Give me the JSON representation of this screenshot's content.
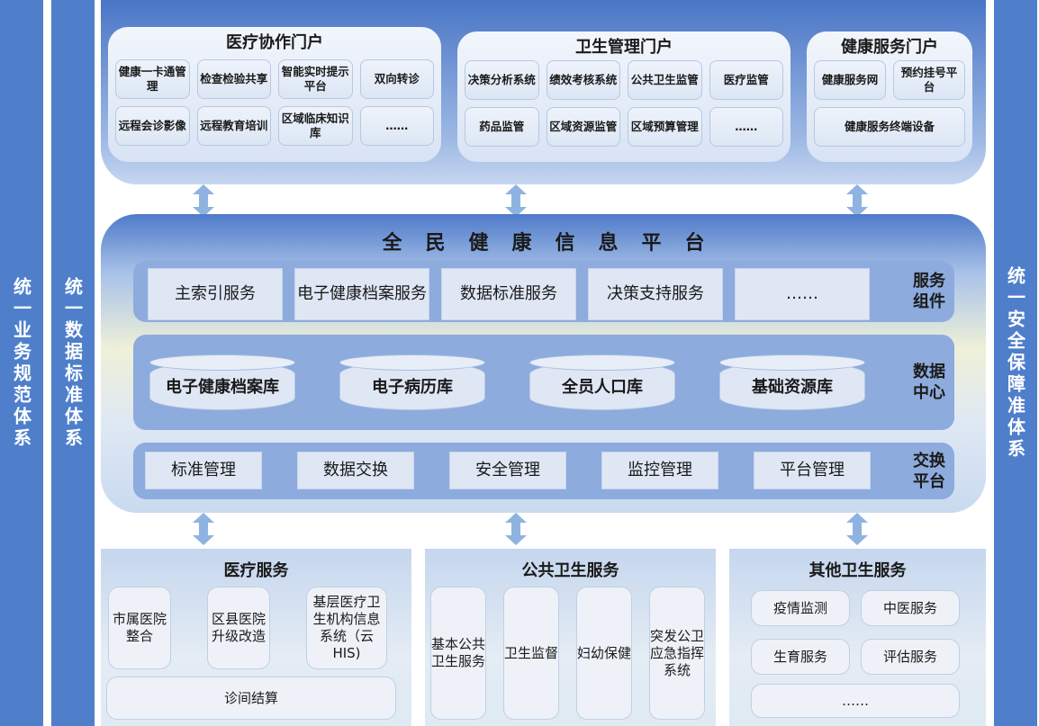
{
  "side": {
    "left1": "统一业务规范体系",
    "left2": "统一数据标准体系",
    "right": "统一安全保障准体系"
  },
  "portals": [
    {
      "title": "医疗协作门户",
      "items": [
        "健康一卡通管理",
        "检查检验共享",
        "智能实时提示平台",
        "双向转诊",
        "远程会诊影像",
        "远程教育培训",
        "区域临床知识库",
        "……"
      ]
    },
    {
      "title": "卫生管理门户",
      "items": [
        "决策分析系统",
        "绩效考核系统",
        "公共卫生监管",
        "医疗监管",
        "药品监管",
        "区域资源监管",
        "区域预算管理",
        "……"
      ]
    },
    {
      "title": "健康服务门户",
      "items": [
        "健康服务网",
        "预约挂号平台",
        "健康服务终端设备"
      ]
    }
  ],
  "platform": {
    "title": "全民健康信息平台",
    "service": {
      "label": "服务组件",
      "items": [
        "主索引服务",
        "电子健康档案服务",
        "数据标准服务",
        "决策支持服务",
        "……"
      ]
    },
    "data": {
      "label": "数据中心",
      "items": [
        "电子健康档案库",
        "电子病历库",
        "全员人口库",
        "基础资源库"
      ]
    },
    "exchange": {
      "label": "交换平台",
      "items": [
        "标准管理",
        "数据交换",
        "安全管理",
        "监控管理",
        "平台管理"
      ]
    }
  },
  "bottom": [
    {
      "title": "医疗服务",
      "items": [
        "市属医院整合",
        "区县医院升级改造",
        "基层医疗卫生机构信息系统（云HIS)",
        "诊间结算"
      ]
    },
    {
      "title": "公共卫生服务",
      "items": [
        "基本公共卫生服务",
        "卫生监督",
        "妇幼保健",
        "突发公卫应急指挥系统"
      ]
    },
    {
      "title": "其他卫生服务",
      "items": [
        "疫情监测",
        "中医服务",
        "生育服务",
        "评估服务",
        "……"
      ]
    }
  ],
  "colors": {
    "bar": "#4f7fcb",
    "layer": "#8dabdd",
    "arrow": "#8fb3e0"
  }
}
